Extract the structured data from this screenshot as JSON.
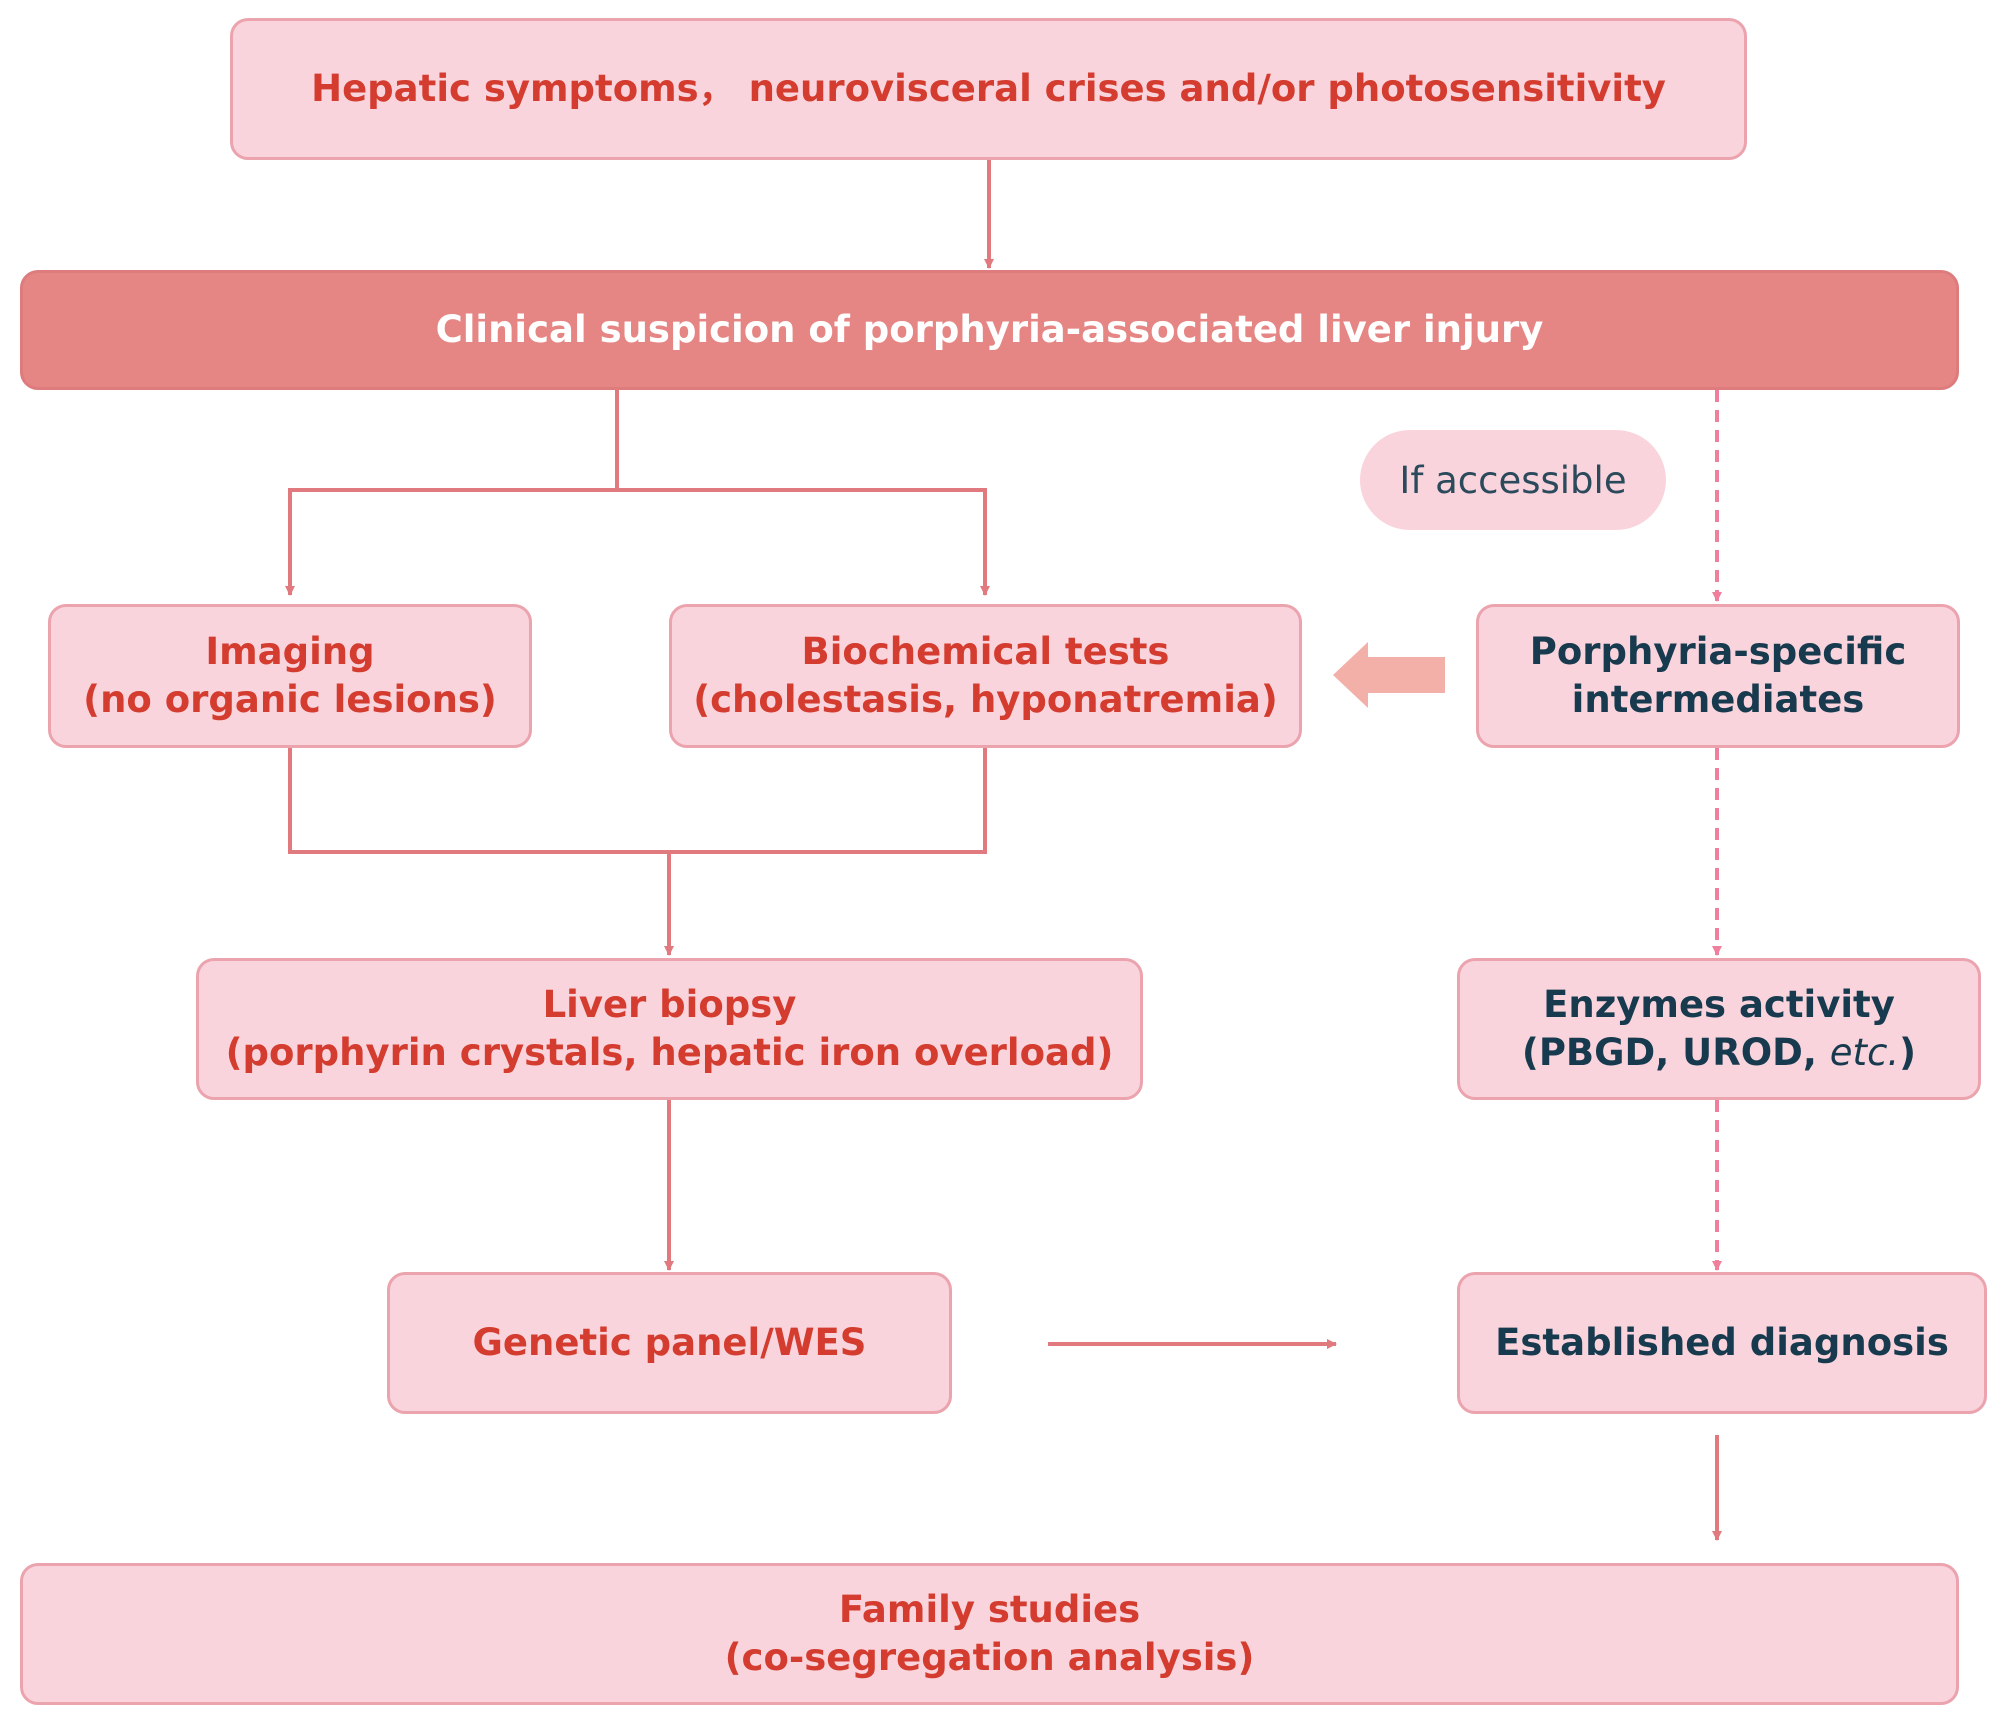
{
  "boxes": {
    "symptoms": {
      "line1": "Hepatic symptoms， neurovisceral crises and/or photosensitivity"
    },
    "suspicion": {
      "line1": "Clinical suspicion of porphyria-associated liver injury"
    },
    "imaging": {
      "line1": "Imaging",
      "line2": "(no organic lesions)"
    },
    "biochemical": {
      "line1": "Biochemical tests",
      "line2": "(cholestasis, hyponatremia)"
    },
    "intermediates": {
      "line1": "Porphyria-specific",
      "line2": "intermediates"
    },
    "biopsy": {
      "line1": "Liver biopsy",
      "line2": "(porphyrin crystals, hepatic iron overload)"
    },
    "enzymes": {
      "line1": "Enzymes activity",
      "line2_a": "(PBGD, UROD, ",
      "line2_b": "etc.",
      "line2_c": ")"
    },
    "genetic": {
      "line1": "Genetic panel/WES"
    },
    "diagnosis": {
      "line1": "Established diagnosis"
    },
    "family": {
      "line1": "Family studies",
      "line2": "(co-segregation analysis)"
    }
  },
  "if_accessible": "If accessible",
  "colors": {
    "box_fill": "#f9d4dc",
    "box_border": "#eba3ae",
    "header_fill": "#e58684",
    "red_text": "#d33c2e",
    "navy_text": "#173a4e",
    "arrow": "#e07a7e",
    "dashed_arrow": "#ef7f9c",
    "block_arrow": "#f2b0a8"
  }
}
